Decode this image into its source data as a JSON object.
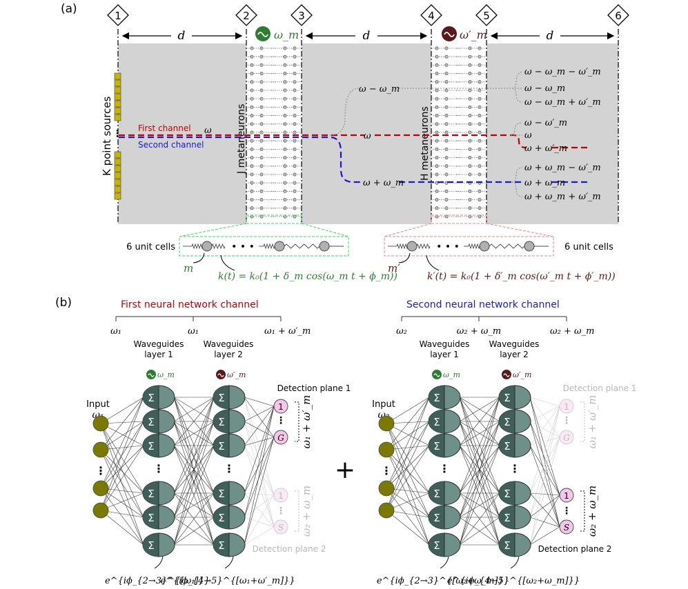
{
  "panel_a": {
    "label": "(a)",
    "planes": [
      "1",
      "2",
      "3",
      "4",
      "5",
      "6"
    ],
    "distance": "d",
    "modulator_1": "ω_m",
    "modulator_2": "ω′_m",
    "sources_label": "K point sources",
    "metaneurons_1": "J metaneurons",
    "metaneurons_2": "H metaneurons",
    "first_channel": "First channel",
    "second_channel": "Second channel",
    "input_freq": "ω",
    "mid_upper": "ω − ω_m",
    "mid_center": "ω",
    "mid_lower": "ω + ω_m",
    "out_1": "ω − ω_m − ω′_m",
    "out_2": "ω − ω_m",
    "out_3": "ω − ω_m + ω′_m",
    "out_4": "ω − ω′_m",
    "out_5": "ω",
    "out_6": "ω + ω′_m",
    "out_7": "ω + ω_m − ω′_m",
    "out_8": "ω + ω_m",
    "out_9": "ω + ω_m + ω′_m",
    "unit_cells_1": "6 unit cells",
    "unit_cells_2": "6 unit cells",
    "mass_1": "m",
    "mass_2": "m′",
    "stiffness_1": "k(t) = k₀(1 + δ_m cos(ω_m t + ϕ_m))",
    "stiffness_2": "k′(t) = k₀(1 + δ′_m cos(ω′_m t + ϕ′_m))",
    "ellipsis": "• • •"
  },
  "panel_b": {
    "label": "(b)",
    "plus": "+",
    "left": {
      "title": "First neural network channel",
      "freq_1": "ω₁",
      "freq_2": "ω₁",
      "freq_3": "ω₁ + ω′_m",
      "layer1": [
        "Waveguides",
        "layer 1"
      ],
      "layer2": [
        "Waveguides",
        "layer 2"
      ],
      "mod_1": "ω_m",
      "mod_2": "ω′_m",
      "input": "Input",
      "input_freq": "ω₁",
      "det_plane_1": "Detection plane 1",
      "det_plane_2": "Detection plane 2",
      "det_top": [
        "1",
        "G"
      ],
      "det_bottom": [
        "1",
        "S"
      ],
      "bracket_top": "ω₁ + ω′_m",
      "bracket_bottom": "ω₂ + ω_m",
      "phase_1": "e^{iϕ_{2→3}^{[ω₁]}}",
      "phase_2": "e^{iϕ_{4→5}^{[ω₁+ω′_m]}}"
    },
    "right": {
      "title": "Second neural network channel",
      "freq_1": "ω₂",
      "freq_2": "ω₂ + ω_m",
      "freq_3": "ω₂ + ω_m",
      "layer1": [
        "Waveguides",
        "layer 1"
      ],
      "layer2": [
        "Waveguides",
        "layer 2"
      ],
      "mod_1": "ω_m",
      "mod_2": "ω′_m",
      "input": "Input",
      "input_freq": "ω₂",
      "det_plane_1": "Detection plane 1",
      "det_plane_2": "Detection plane 2",
      "det_top": [
        "1",
        "G"
      ],
      "det_bottom": [
        "1",
        "S"
      ],
      "bracket_top": "ω₁ + ω′_m",
      "bracket_bottom": "ω₂ + ω_m",
      "phase_1": "e^{iϕ_{2→3}^{[ω₂+ω_m]}}",
      "phase_2": "e^{iϕ_{4→5}^{[ω₂+ω_m]}}"
    }
  },
  "colors": {
    "channel_1": "#c00000",
    "channel_2": "#1a1acc",
    "mod_green": "#2e7d32",
    "mod_dark_red": "#5a1a1a",
    "neuron": "#6f9088",
    "neuron_dark": "#3f5f58",
    "input_node": "#7a7a00",
    "detector": "#f4c6e8",
    "source": "#c8b400",
    "grey_region": "#d3d3d3",
    "faded": "#b8b8b8"
  }
}
